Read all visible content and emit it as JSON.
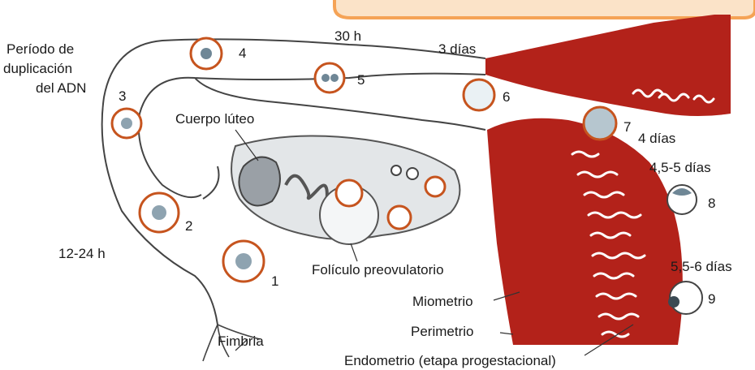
{
  "colors": {
    "muscle": "#b3221a",
    "muscle_dark": "#8c150f",
    "ovary_fill": "#e3e6e8",
    "stage_ring": "#c6541e",
    "banner": "#f5a356",
    "tube_stroke": "#444444"
  },
  "labels": {
    "periodo_line1": "Período de",
    "periodo_line2": "duplicación",
    "periodo_line3": "del ADN",
    "t30h": "30 h",
    "t3dias": "3 días",
    "cuerpo_luteo": "Cuerpo lúteo",
    "t4dias": "4 días",
    "t45dias": "4,5-5 días",
    "t1224": "12-24 h",
    "foliculo": "Folículo preovulatorio",
    "t556dias": "5,5-6 días",
    "miometrio": "Miometrio",
    "perimetrio": "Perimetrio",
    "fimbria": "Fimbria",
    "endometrio": "Endometrio (etapa progestacional)"
  },
  "stages": {
    "s1": "1",
    "s2": "2",
    "s3": "3",
    "s4": "4",
    "s5": "5",
    "s6": "6",
    "s7": "7",
    "s8": "8",
    "s9": "9"
  }
}
